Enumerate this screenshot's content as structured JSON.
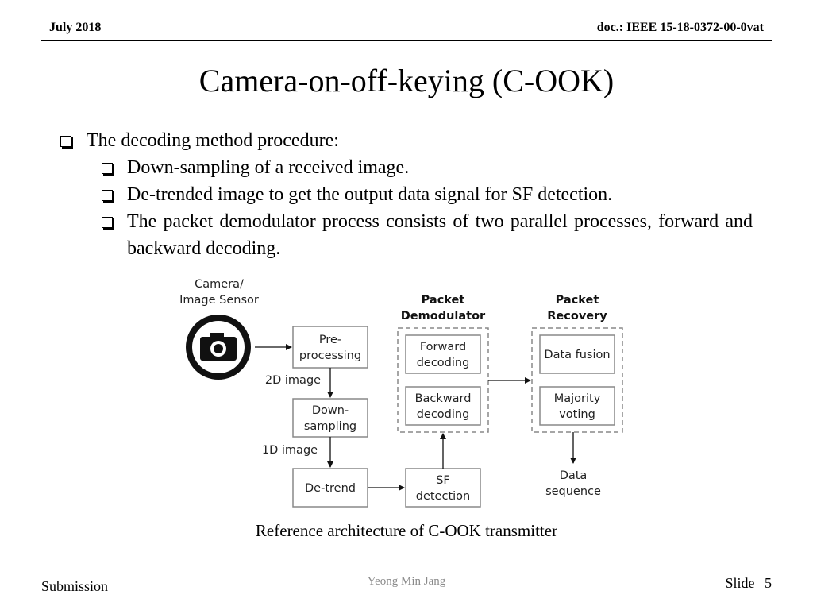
{
  "header": {
    "date": "July 2018",
    "doc": "doc.: IEEE 15-18-0372-00-0vat"
  },
  "title": "Camera-on-off-keying (C-OOK)",
  "bullets": {
    "main": "The decoding method procedure:",
    "sub": [
      "Down-sampling of a received image.",
      "De-trended image to get the output data signal for SF detection.",
      "The packet demodulator process consists of two parallel processes, forward and backward decoding."
    ]
  },
  "diagram": {
    "camera_label": [
      "Camera/",
      "Image Sensor"
    ],
    "preprocessing": [
      "Pre-",
      "processing"
    ],
    "edge_2d": "2D image",
    "downsampling": [
      "Down-",
      "sampling"
    ],
    "edge_1d": "1D image",
    "detrend": "De-trend",
    "sf_detection": [
      "SF",
      "detection"
    ],
    "demod_title": [
      "Packet",
      "Demodulator"
    ],
    "forward": [
      "Forward",
      "decoding"
    ],
    "backward": [
      "Backward",
      "decoding"
    ],
    "recovery_title": [
      "Packet",
      "Recovery"
    ],
    "fusion": "Data fusion",
    "voting": [
      "Majority",
      "voting"
    ],
    "output": [
      "Data",
      "sequence"
    ]
  },
  "caption": "Reference architecture of C-OOK transmitter",
  "footer": {
    "left": "Submission",
    "author": "Yeong Min Jang",
    "slide_label": "Slide",
    "slide_number": "5"
  }
}
